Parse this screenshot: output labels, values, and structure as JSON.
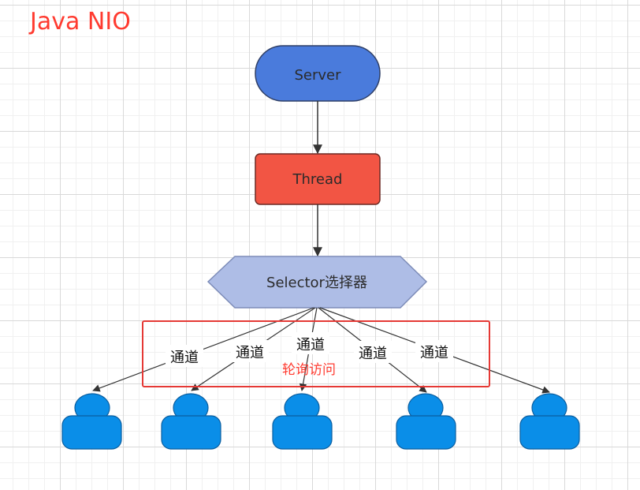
{
  "title": "Java NIO",
  "nodes": {
    "server": "Server",
    "thread": "Thread",
    "selector": "Selector选择器"
  },
  "channels": [
    "通道",
    "通道",
    "通道",
    "通道",
    "通道"
  ],
  "poll_label": "轮询访问",
  "colors": {
    "title": "#ff3b30",
    "server_fill": "#4a7bdc",
    "thread_fill": "#f25544",
    "selector_fill": "#aebde6",
    "client_fill": "#0a8ee8",
    "highlight_border": "#e53935",
    "arrow": "#333333"
  },
  "icons": {
    "client": "user-icon"
  }
}
